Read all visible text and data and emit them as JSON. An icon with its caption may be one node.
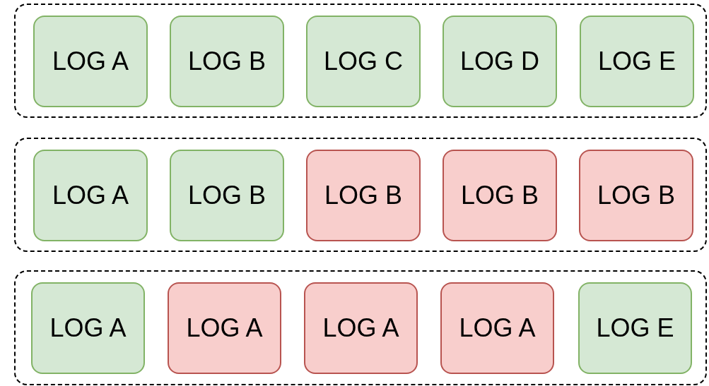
{
  "diagram": {
    "nodes": [
      {
        "text": [],
        "shape": "box"
      },
      {
        "text": [
          "LOG A"
        ],
        "in": 0
      },
      {
        "text": [
          "LOG B"
        ],
        "in": 0
      },
      {
        "text": [
          "LOG C"
        ],
        "in": 0
      },
      {
        "text": [
          "LOG D"
        ],
        "in": 0
      },
      {
        "text": [
          "LOG E"
        ],
        "in": 0
      },
      {
        "text": [],
        "shape": "box"
      },
      {
        "text": [
          "LOG A"
        ],
        "in": 6
      },
      {
        "text": [
          "LOG B"
        ],
        "in": 6
      },
      {
        "text": [
          "LOG B"
        ],
        "in": 6
      },
      {
        "text": [
          "LOG B"
        ],
        "in": 6
      },
      {
        "text": [
          "LOG B"
        ],
        "in": 6
      },
      {
        "text": [],
        "shape": "box"
      },
      {
        "text": [
          "LOG A"
        ],
        "in": 12
      },
      {
        "text": [
          "LOG A"
        ],
        "in": 12
      },
      {
        "text": [
          "LOG A"
        ],
        "in": 12
      },
      {
        "text": [
          "LOG A"
        ],
        "in": 12
      },
      {
        "text": [
          "LOG E"
        ],
        "in": 12
      }
    ]
  }
}
